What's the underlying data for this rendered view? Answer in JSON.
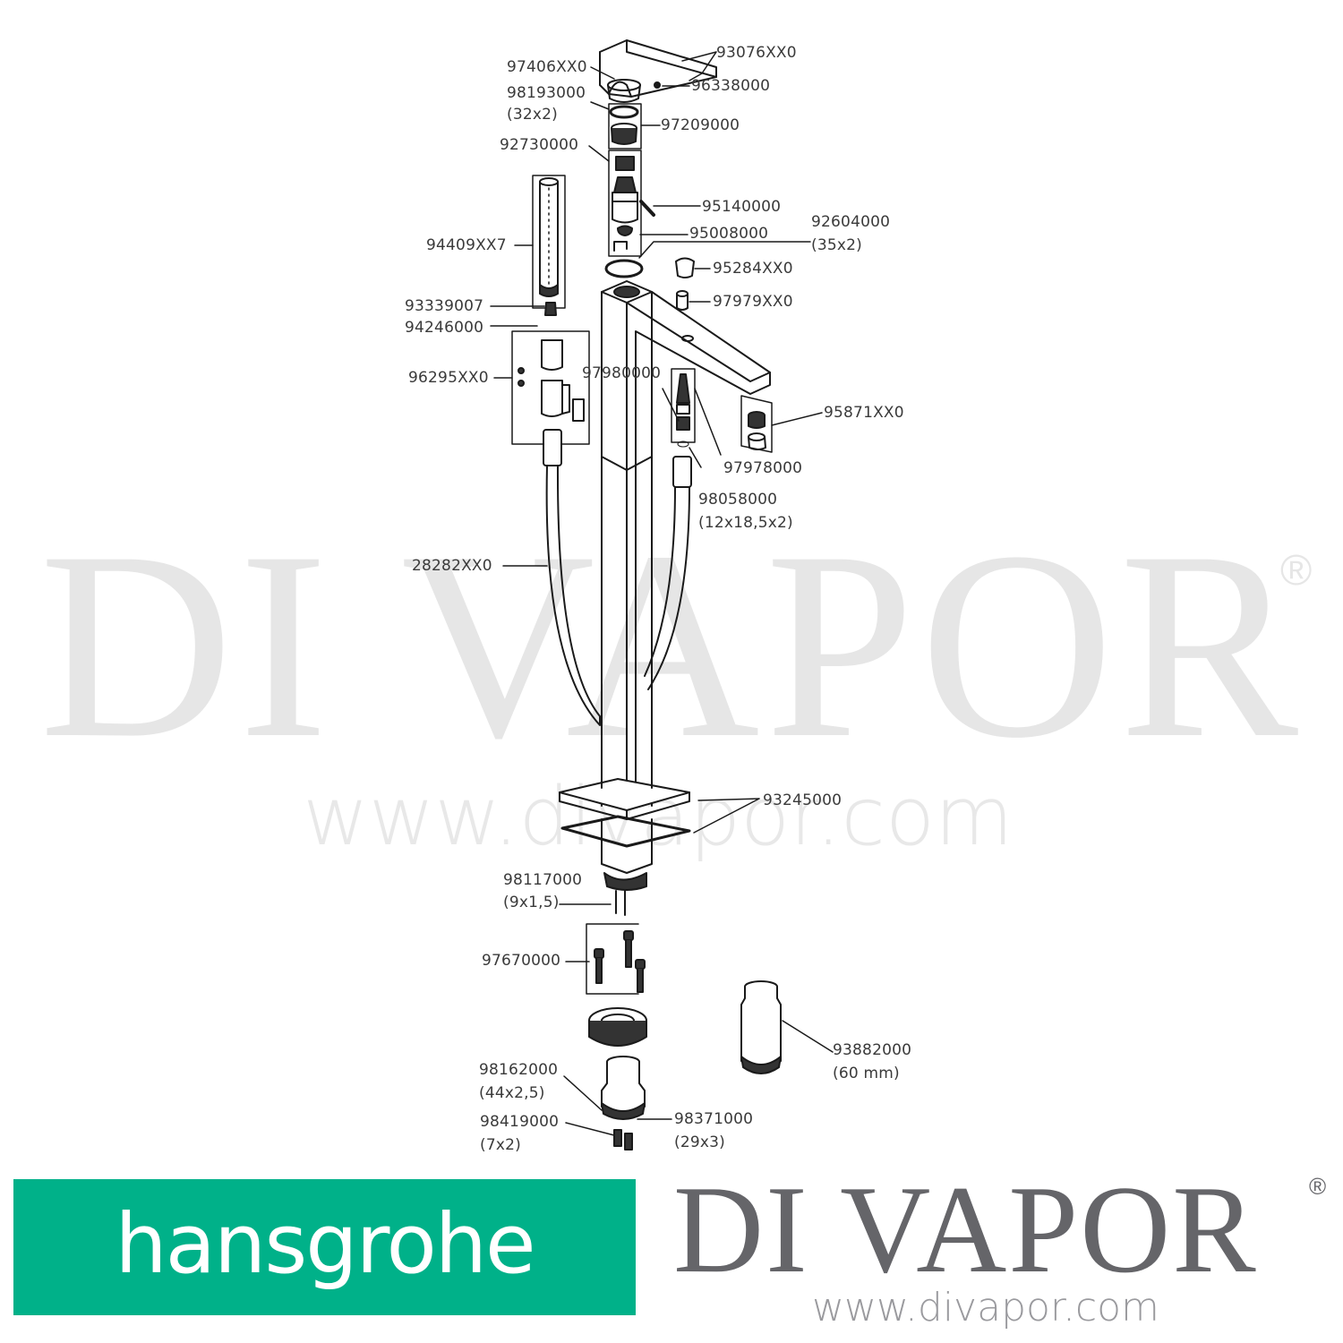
{
  "watermark": {
    "brand": "DI VAPOR",
    "registered": "®",
    "url": "www.divapor.com"
  },
  "parts": [
    {
      "id": "p1",
      "number": "93076XX0"
    },
    {
      "id": "p2",
      "number": "97406XX0"
    },
    {
      "id": "p3",
      "number": "96338000"
    },
    {
      "id": "p4",
      "number": "98193000",
      "size": "(32x2)"
    },
    {
      "id": "p5",
      "number": "97209000"
    },
    {
      "id": "p6",
      "number": "92730000"
    },
    {
      "id": "p7",
      "number": "95140000"
    },
    {
      "id": "p8",
      "number": "92604000",
      "size": "(35x2)"
    },
    {
      "id": "p9",
      "number": "94409XX7"
    },
    {
      "id": "p10",
      "number": "95008000"
    },
    {
      "id": "p11",
      "number": "95284XX0"
    },
    {
      "id": "p12",
      "number": "93339007"
    },
    {
      "id": "p13",
      "number": "97979XX0"
    },
    {
      "id": "p14",
      "number": "94246000"
    },
    {
      "id": "p15",
      "number": "96295XX0"
    },
    {
      "id": "p16",
      "number": "97980000"
    },
    {
      "id": "p17",
      "number": "95871XX0"
    },
    {
      "id": "p18",
      "number": "97978000"
    },
    {
      "id": "p19",
      "number": "98058000",
      "size": "(12x18,5x2)"
    },
    {
      "id": "p20",
      "number": "28282XX0"
    },
    {
      "id": "p21",
      "number": "93245000"
    },
    {
      "id": "p22",
      "number": "98117000",
      "size": "(9x1,5)"
    },
    {
      "id": "p23",
      "number": "97670000"
    },
    {
      "id": "p24",
      "number": "93882000",
      "size": "(60 mm)"
    },
    {
      "id": "p25",
      "number": "98162000",
      "size": "(44x2,5)"
    },
    {
      "id": "p26",
      "number": "98371000",
      "size": "(29x3)"
    },
    {
      "id": "p27",
      "number": "98419000",
      "size": "(7x2)"
    }
  ],
  "footer": {
    "manufacturer_logo": "hansgrohe",
    "manufacturer_color": "#00b189",
    "retailer_brand": "DI VAPOR",
    "retailer_registered": "®",
    "retailer_url": "www.divapor.com",
    "retailer_color": "#656569"
  },
  "colors": {
    "label_text": "#3a3a3a",
    "line": "#1a1a1a",
    "watermark": "#e6e6e6"
  }
}
